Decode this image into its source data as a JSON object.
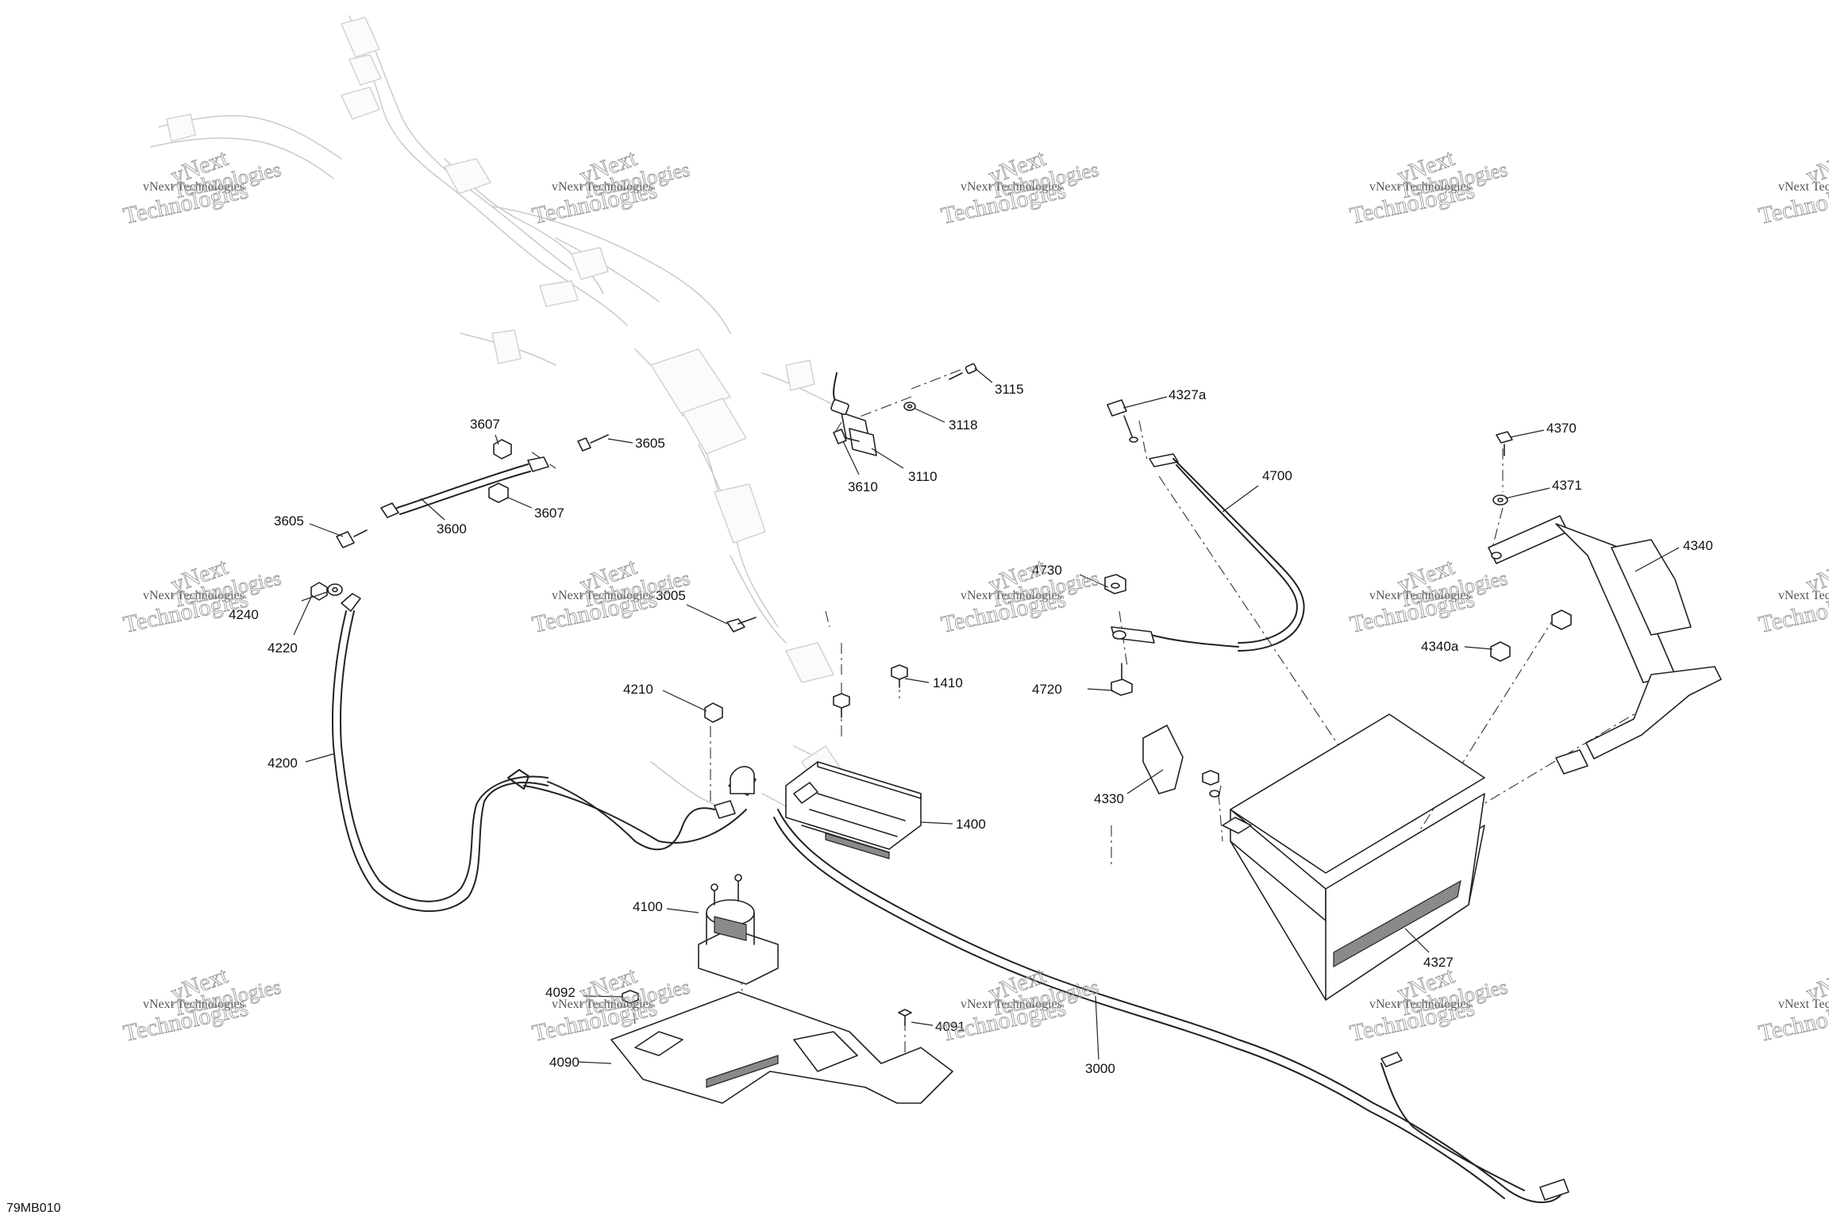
{
  "diagram_code": "79MB010",
  "watermark": {
    "line1": "vNext Technologies",
    "line2": "Technologies",
    "line3": "vNext"
  },
  "parts": {
    "p3115": "3115",
    "p3118": "3118",
    "p3110": "3110",
    "p3610": "3610",
    "p4327a": "4327a",
    "p4700": "4700",
    "p4370": "4370",
    "p4371": "4371",
    "p4340": "4340",
    "p4340a": "4340a",
    "p3607a": "3607",
    "p3605a": "3605",
    "p3607b": "3607",
    "p3605b": "3605",
    "p3600": "3600",
    "p4240": "4240",
    "p4220": "4220",
    "p3005": "3005",
    "p4730": "4730",
    "p4720": "4720",
    "p1410": "1410",
    "p4210": "4210",
    "p4200": "4200",
    "p4330": "4330",
    "p1400": "1400",
    "p4100": "4100",
    "p4327": "4327",
    "p4092": "4092",
    "p4091": "4091",
    "p4090": "4090",
    "p3000": "3000"
  }
}
